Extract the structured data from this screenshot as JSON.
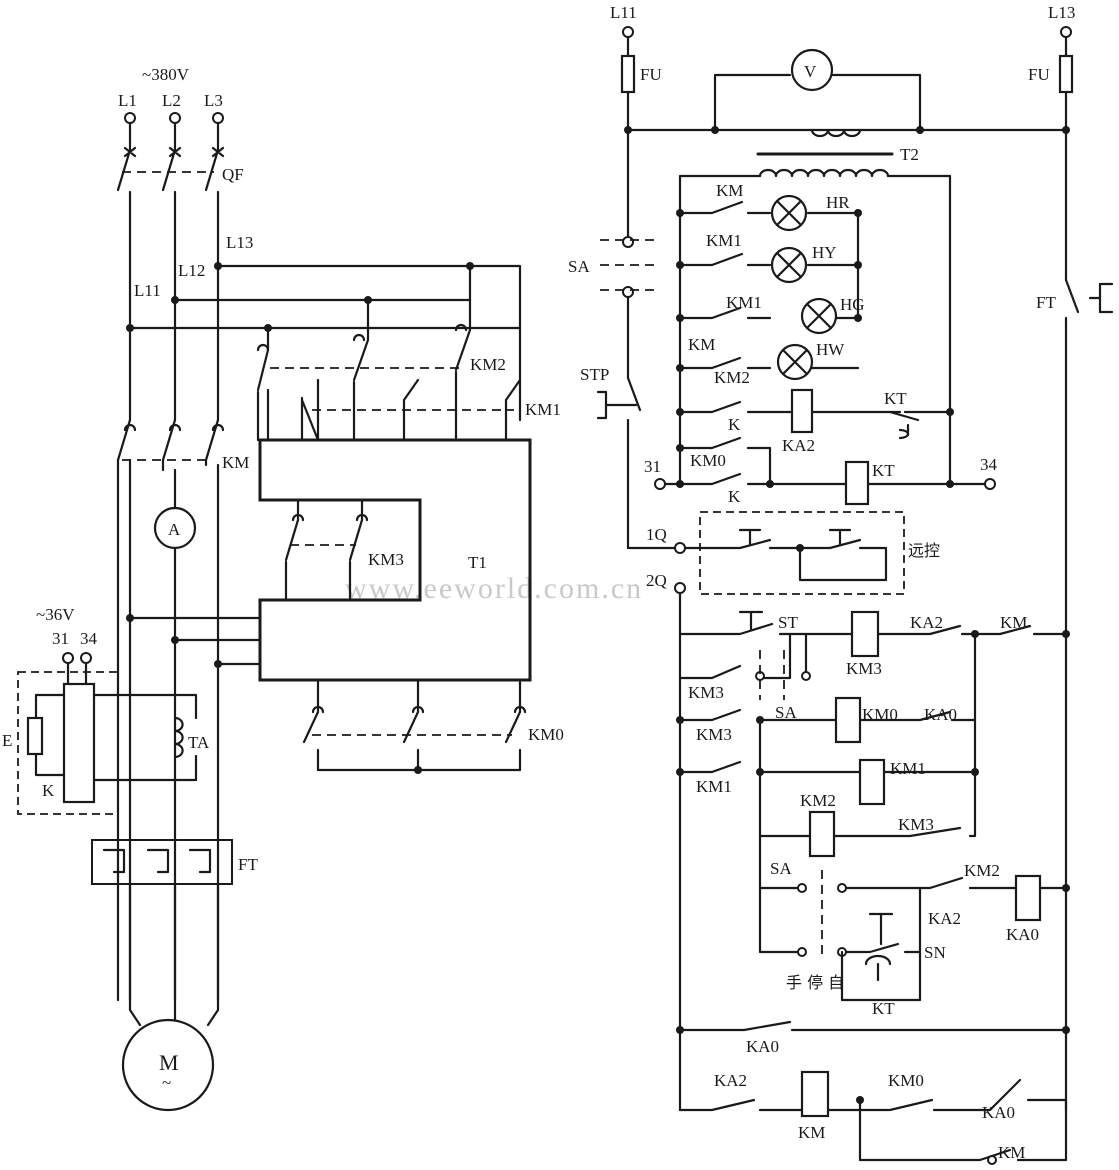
{
  "watermark": "www.eeworld.com.cn",
  "supply": {
    "voltage": "~380V",
    "phases": [
      "L1",
      "L2",
      "L3"
    ],
    "breaker": "QF",
    "taps": [
      "L11",
      "L12",
      "L13"
    ]
  },
  "power": {
    "contactors": [
      "KM",
      "KM1",
      "KM2",
      "KM3",
      "KM0"
    ],
    "autotransformer": "T1",
    "ammeter": "A",
    "current_transformer": "TA",
    "relay_box": {
      "supply": "~36V",
      "terminals": [
        "31",
        "34"
      ],
      "element": "E",
      "contact": "K"
    },
    "overload": "FT",
    "motor": "M",
    "motor_sub": "~"
  },
  "control": {
    "left_supply": "L11",
    "right_supply": "L13",
    "fuse": "FU",
    "voltmeter": "V",
    "transformer": "T2",
    "selector": "SA",
    "stop_button": "STP",
    "lamps": [
      {
        "contact": "KM",
        "lamp": "HR"
      },
      {
        "contact": "KM1",
        "lamp": "HY"
      },
      {
        "contact": "KM1",
        "lamp": "HG"
      },
      {
        "contact": "KM",
        "lamp": "HW"
      }
    ],
    "lamp_contact_extra": "KM2",
    "relay_rows": {
      "k": "K",
      "ka2": "KA2",
      "kt": "KT",
      "km0": "KM0",
      "term31": "31",
      "term34": "34",
      "k2": "K"
    },
    "remote": {
      "t1": "1Q",
      "t2": "2Q",
      "label": "远控"
    },
    "overload_right": "FT",
    "ladder": {
      "st": "ST",
      "km3_coil": "KM3",
      "ka2": "KA2",
      "km": "KM",
      "km3_a": "KM3",
      "sa": "SA",
      "km3_b": "KM3",
      "km0_coil": "KM0",
      "ka0": "KA0",
      "km1_a": "KM1",
      "km1_coil": "KM1",
      "km2_coil": "KM2",
      "km3_c": "KM3",
      "sa2": "SA",
      "km2_c": "KM2",
      "ka2_c": "KA2",
      "ka0_coil": "KA0",
      "sn": "SN",
      "modes": "手 停 自",
      "kt": "KT",
      "ka0_row": "KA0",
      "ka2_final": "KA2",
      "km_coil_final": "KM",
      "km0_final": "KM0",
      "ka0_final": "KA0",
      "km_final": "KM"
    }
  }
}
